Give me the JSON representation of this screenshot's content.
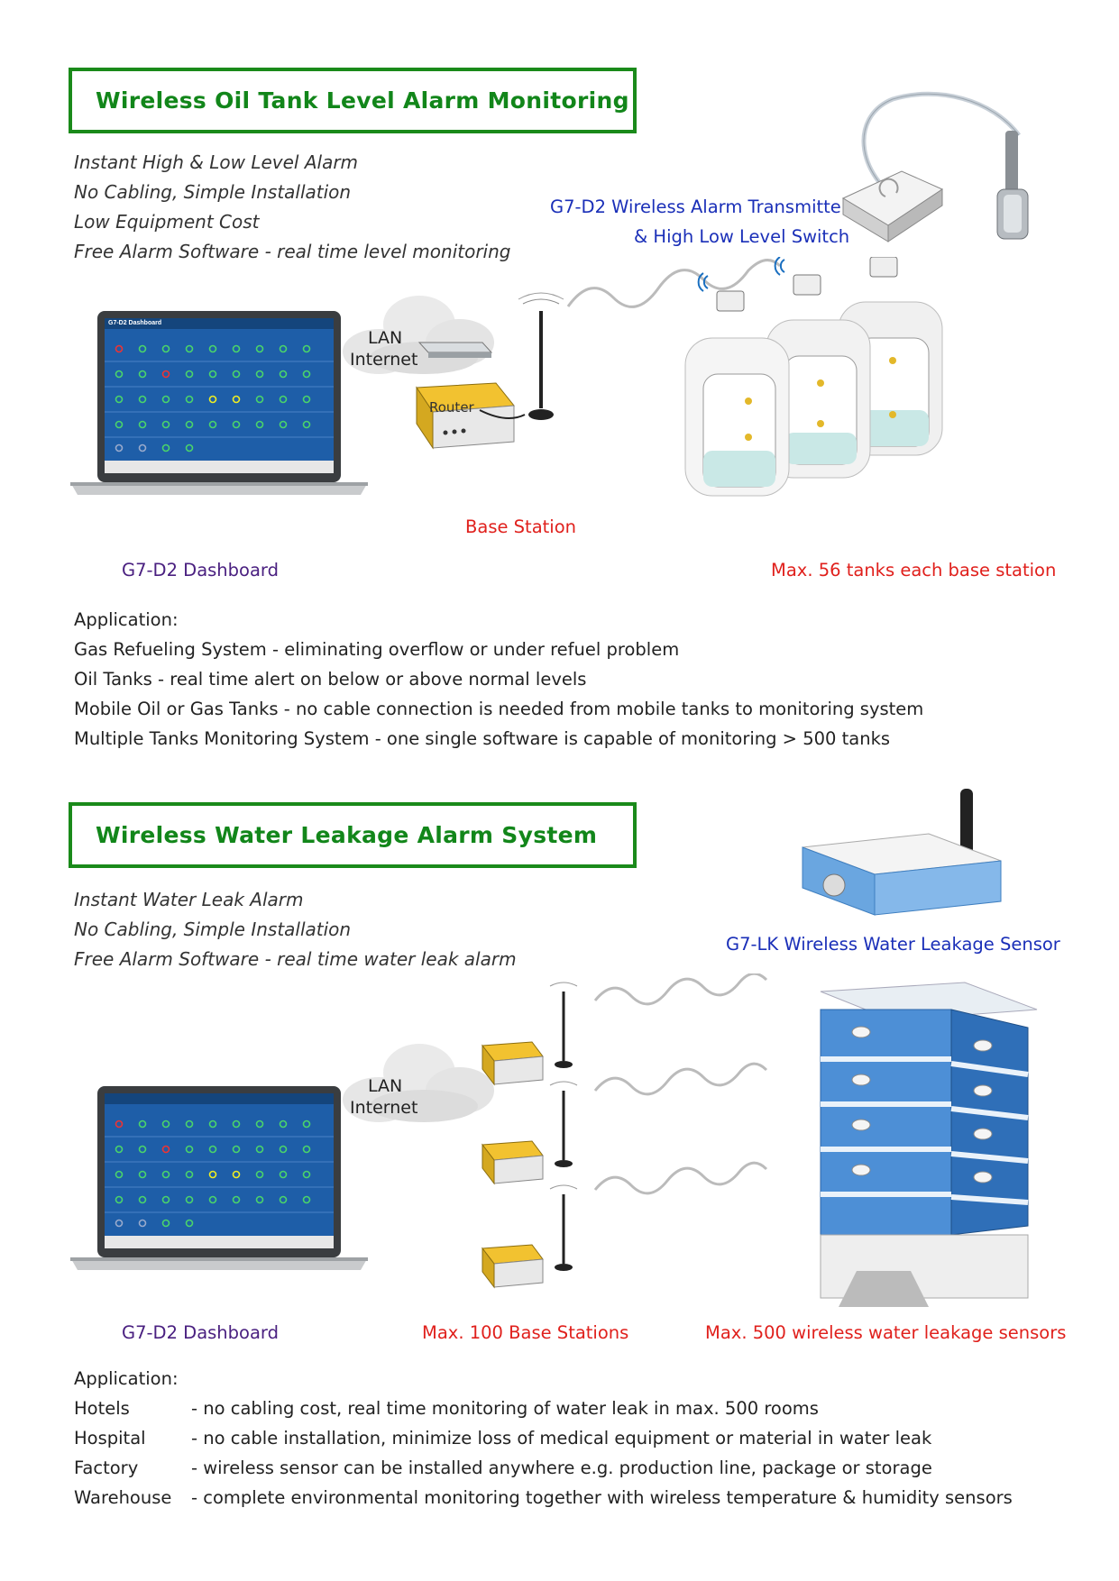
{
  "section1": {
    "title": "Wireless Oil Tank Level Alarm Monitoring",
    "features": [
      "Instant High & Low Level Alarm",
      "No Cabling, Simple Installation",
      "Low  Equipment Cost",
      "Free Alarm Software - real time level monitoring"
    ],
    "product_caption_line1": "G7-D2 Wireless Alarm Transmitter",
    "product_caption_line2": "& High Low Level Switch",
    "cloud_line1": "LAN",
    "cloud_line2": "Internet",
    "router_label": "Router",
    "base_station_label": "Base Station",
    "dashboard_label": "G7-D2 Dashboard",
    "tanks_label": "Max. 56 tanks each base station",
    "app_heading": "Application:",
    "applications": [
      "Gas Refueling System - eliminating overflow or under refuel problem",
      "Oil Tanks - real time alert on below or above normal levels",
      "Mobile Oil or Gas Tanks - no cable connection is needed from mobile tanks to monitoring system",
      "Multiple Tanks Monitoring System - one single software is capable of monitoring > 500 tanks"
    ]
  },
  "section2": {
    "title": "Wireless Water Leakage Alarm System",
    "features": [
      "Instant Water Leak Alarm",
      "No Cabling, Simple Installation",
      "Free Alarm Software - real time water leak alarm"
    ],
    "product_caption": "G7-LK Wireless Water Leakage Sensor",
    "cloud_line1": "LAN",
    "cloud_line2": "Internet",
    "dashboard_label": "G7-D2 Dashboard",
    "base_stations_label": "Max. 100 Base Stations",
    "sensors_label": "Max. 500 wireless water leakage sensors",
    "app_heading": "Application:",
    "applications": [
      {
        "place": "Hotels",
        "desc": "- no cabling cost, real time monitoring of water leak in max. 500 rooms"
      },
      {
        "place": "Hospital",
        "desc": "- no cable installation, minimize loss of medical equipment or material in water leak"
      },
      {
        "place": "Factory",
        "desc": "- wireless sensor can be installed anywhere e.g. production line, package or storage"
      },
      {
        "place": "Warehouse",
        "desc": "- complete environmental monitoring together with wireless temperature & humidity sensors"
      }
    ]
  },
  "dashboard_screen_title": "G7-D2 Dashboard",
  "colors": {
    "title_green": "#12861a",
    "caption_blue": "#1a2fb8",
    "caption_purple": "#4a2080",
    "caption_red": "#e0201c",
    "screen_blue": "#1e5ea8"
  }
}
